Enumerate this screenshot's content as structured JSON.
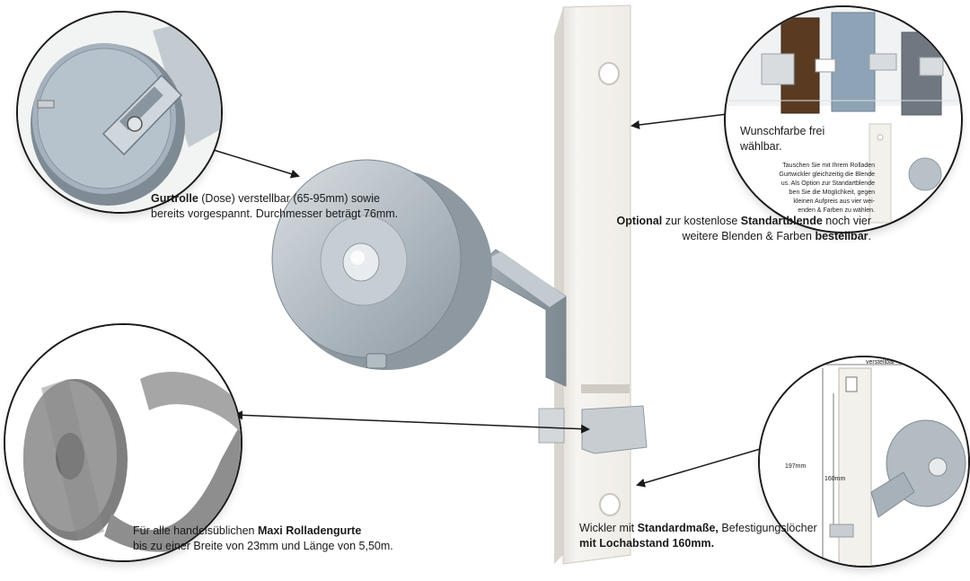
{
  "captions": {
    "gurtrolle": {
      "bold": "Gurtrolle",
      "rest_line1": " (Dose) verstellbar (65-95mm) sowie",
      "line2": "bereits vorgespannt. Durchmesser beträgt 76mm."
    },
    "optional": {
      "bold1": "Optional",
      "mid1": " zur kostenlose ",
      "bold2": "Standartblende",
      "mid2": " noch vier",
      "line2_start": "weitere Blenden & Farben ",
      "bold3": "bestellbar",
      "end": "."
    },
    "gurte": {
      "line1_start": "Für alle handelsüblichen ",
      "bold": "Maxi Rolladengurte",
      "line2": "bis zu einer Breite von 23mm und Länge von 5,50m."
    },
    "wickler": {
      "line1_start": "Wickler mit ",
      "bold1": "Standardmaße,",
      "line1_end": " Befestigungslöcher",
      "bold2": "mit Lochabstand 160mm."
    }
  },
  "color_circle": {
    "heading_line1": "Wunschfarbe frei",
    "heading_line2": "wählbar.",
    "body_lines": [
      "Tauschen Sie mit Ihrem Rolladen",
      "Gurtwickler gleichzeitig die Blende",
      "us. Als Option zur Standartblende",
      "ben Sie die Möglichkeit, gegen",
      "kleinen Aufpreis aus vier wei-",
      "enden & Farben zu wählen."
    ]
  },
  "dimension_circle": {
    "label_top": "verstellbar",
    "label_197": "197mm",
    "label_160": "160mm"
  },
  "colors": {
    "accent_dark": "#1a1a1a",
    "metal": "#b9c2c9",
    "plate": "#f3f1ec",
    "belt": "#8e8e8e",
    "brown": "#5a3b22",
    "grey_blue": "#8ea3b6"
  }
}
